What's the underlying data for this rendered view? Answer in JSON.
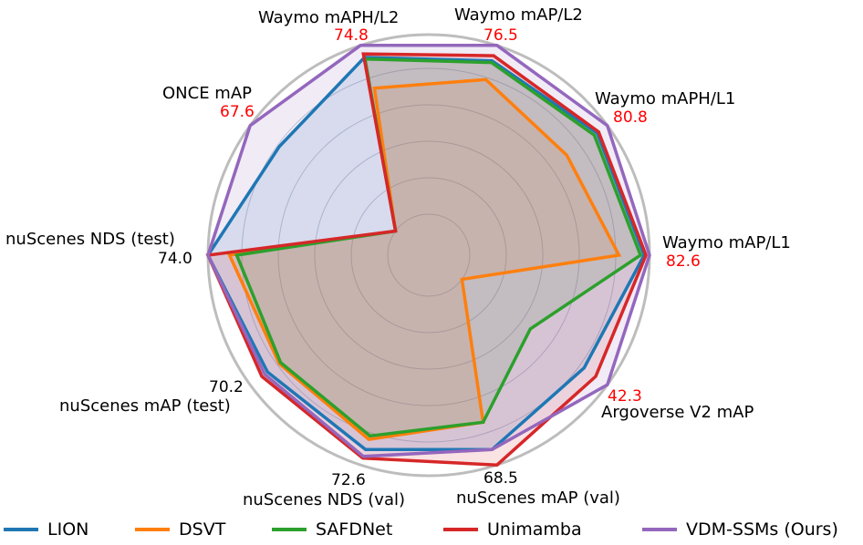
{
  "chart_data": {
    "type": "radar",
    "axes": [
      {
        "label": "Waymo mAP/L1",
        "best_value": "82.6",
        "best_color": "#ff0000"
      },
      {
        "label": "Waymo mAPH/L1",
        "best_value": "80.8",
        "best_color": "#ff0000"
      },
      {
        "label": "Waymo mAP/L2",
        "best_value": "76.5",
        "best_color": "#ff0000"
      },
      {
        "label": "Waymo mAPH/L2",
        "best_value": "74.8",
        "best_color": "#ff0000"
      },
      {
        "label": "ONCE mAP",
        "best_value": "67.6",
        "best_color": "#ff0000"
      },
      {
        "label": "nuScenes NDS (test)",
        "best_value": "74.0",
        "best_color": "#000000"
      },
      {
        "label": "nuScenes mAP (test)",
        "best_value": "70.2",
        "best_color": "#000000"
      },
      {
        "label": "nuScenes NDS (val)",
        "best_value": "72.6",
        "best_color": "#000000"
      },
      {
        "label": "nuScenes mAP (val)",
        "best_value": "68.5",
        "best_color": "#000000"
      },
      {
        "label": "Argoverse V2 mAP",
        "best_value": "42.3",
        "best_color": "#ff0000"
      }
    ],
    "series": [
      {
        "name": "LION",
        "color": "#1f77b4",
        "values": [
          0.97,
          0.93,
          0.91,
          0.93,
          0.8,
          1.0,
          0.88,
          0.91,
          0.91,
          0.84
        ]
      },
      {
        "name": "DSVT",
        "color": "#ff7f0e",
        "values": [
          0.83,
          0.72,
          0.8,
          0.75,
          0.0,
          0.88,
          0.8,
          0.85,
          0.75,
          0.0
        ]
      },
      {
        "name": "SAFDNet",
        "color": "#2ca02c",
        "values": [
          0.95,
          0.91,
          0.9,
          0.92,
          0.0,
          0.84,
          0.79,
          0.83,
          0.75,
          0.47
        ]
      },
      {
        "name": "Unimamba",
        "color": "#d62728",
        "values": [
          0.98,
          0.94,
          0.94,
          0.95,
          0.0,
          1.0,
          0.92,
          0.96,
          1.0,
          0.92
        ]
      },
      {
        "name": "VDM-SSMs (Ours)",
        "color": "#9467bd",
        "values": [
          1.0,
          1.0,
          1.0,
          1.0,
          1.0,
          1.0,
          0.9,
          0.95,
          0.91,
          1.0
        ]
      }
    ],
    "rlim": [
      0,
      1
    ],
    "grid": true,
    "legend_position": "bottom"
  }
}
